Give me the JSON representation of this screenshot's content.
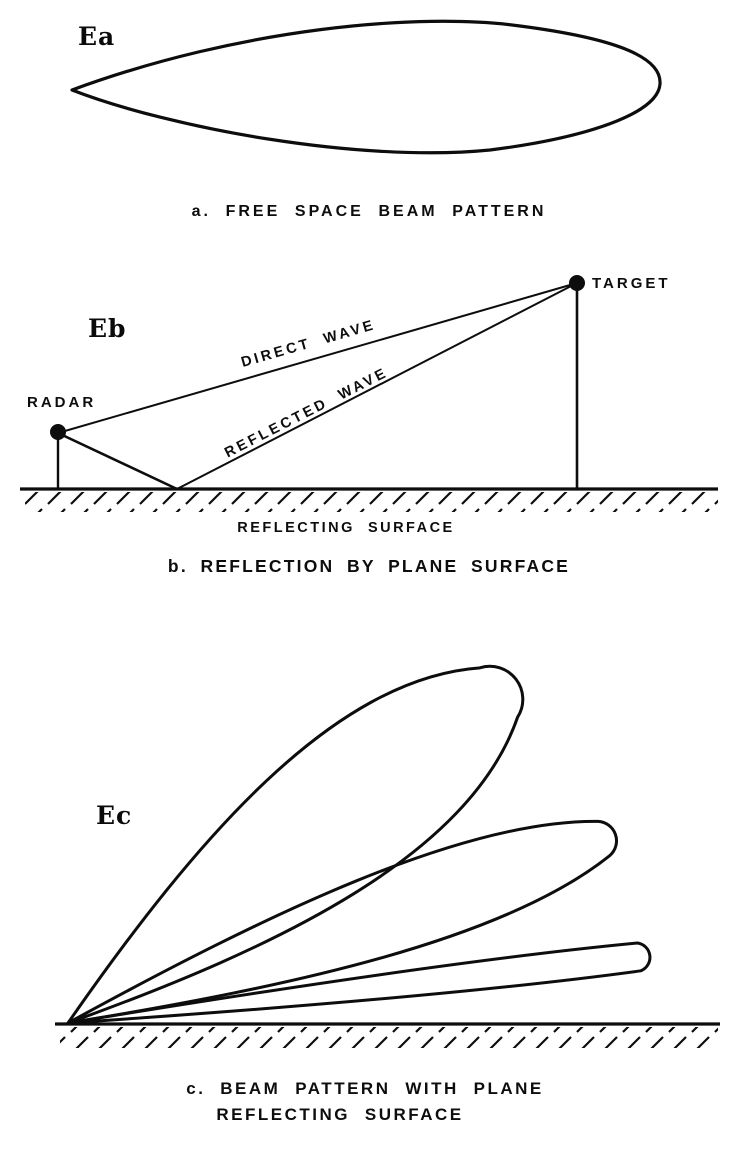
{
  "figure": {
    "type": "radar-beam-pattern-diagram",
    "colors": {
      "ink": "#0d0d0d",
      "background": "#ffffff"
    }
  },
  "panel_a": {
    "label": "Ea",
    "caption": "a. FREE SPACE BEAM PATTERN"
  },
  "panel_b": {
    "label": "Eb",
    "radar_label": "RADAR",
    "target_label": "TARGET",
    "direct_wave_label": "DIRECT WAVE",
    "reflected_wave_label": "REFLECTED WAVE",
    "surface_label": "REFLECTING SURFACE",
    "caption": "b. REFLECTION BY PLANE SURFACE"
  },
  "panel_c": {
    "label": "Ec",
    "caption_line1": "c. BEAM PATTERN WITH PLANE",
    "caption_line2": "REFLECTING SURFACE"
  }
}
